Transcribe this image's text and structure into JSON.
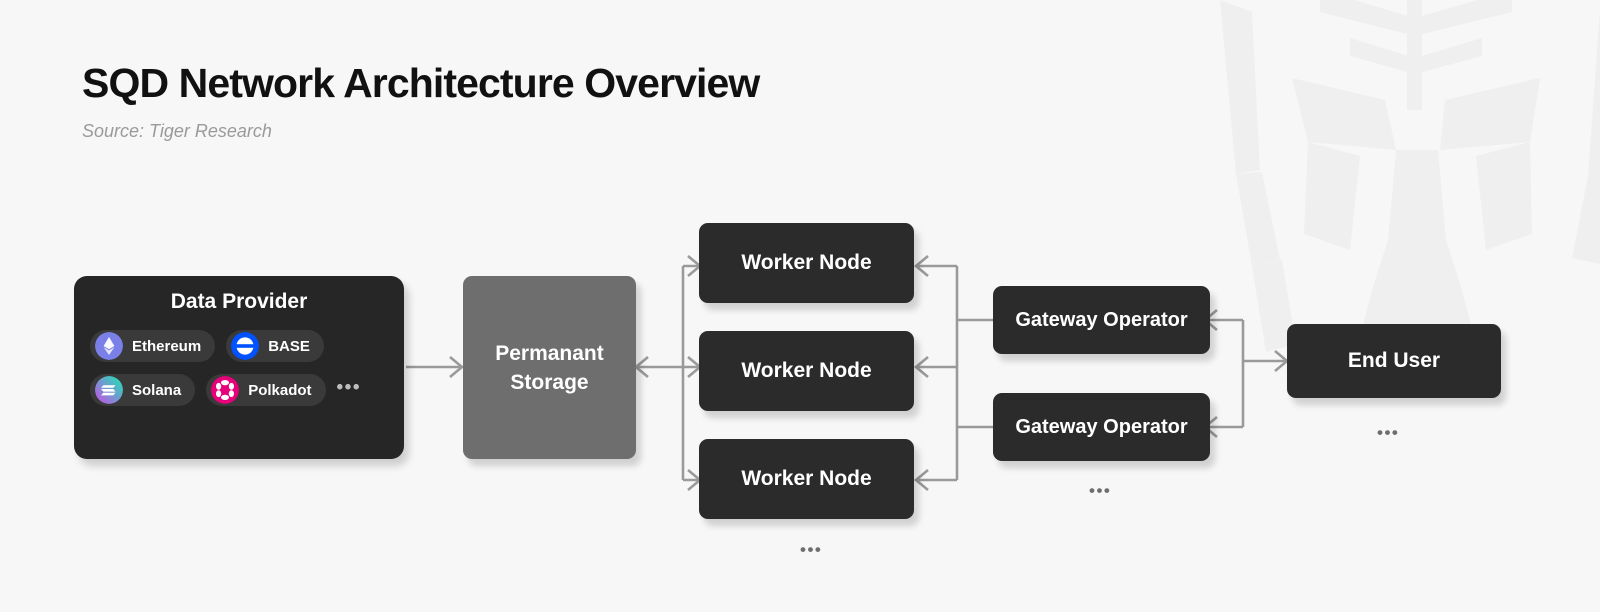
{
  "header": {
    "title": "SQD Network Architecture Overview",
    "source": "Source: Tiger Research"
  },
  "colors": {
    "background": "#F7F7F7",
    "node_dark": "#2B2B2B",
    "storage_gray": "#6E6E6E",
    "card_dark": "#262626",
    "pill_dark": "#3A3A3A",
    "connector_gray": "#9A9A9A",
    "title_text": "#111111",
    "source_text": "#9A9A9A",
    "ethereum": "#7B7FE8",
    "base": "#0052FF",
    "solana_start": "#CC4BE8",
    "solana_end": "#19E8B5",
    "polkadot": "#E6007A"
  },
  "diagram": {
    "type": "architecture-flow",
    "data_provider": {
      "title": "Data Provider",
      "chains": [
        {
          "name": "Ethereum",
          "icon": "ethereum-logo-icon"
        },
        {
          "name": "BASE",
          "icon": "base-logo-icon"
        },
        {
          "name": "Solana",
          "icon": "solana-logo-icon"
        },
        {
          "name": "Polkadot",
          "icon": "polkadot-logo-icon"
        }
      ],
      "more_indicator": "•••"
    },
    "storage": {
      "line1": "Permanant",
      "line2": "Storage"
    },
    "worker_nodes": [
      {
        "label": "Worker Node"
      },
      {
        "label": "Worker Node"
      },
      {
        "label": "Worker Node"
      }
    ],
    "worker_more_indicator": "•••",
    "gateway_operators": [
      {
        "label": "Gateway Operator"
      },
      {
        "label": "Gateway Operator"
      }
    ],
    "gateway_more_indicator": "•••",
    "end_user": {
      "label": "End User"
    },
    "end_user_more_indicator": "•••",
    "flows": [
      {
        "from": "Data Provider",
        "to": "Permanant Storage",
        "direction": "one-way"
      },
      {
        "from": "Permanant Storage",
        "to": "Worker Node",
        "direction": "two-way"
      },
      {
        "from": "Gateway Operator",
        "to": "Worker Node",
        "direction": "two-way"
      },
      {
        "from": "Gateway Operator",
        "to": "End User",
        "direction": "two-way"
      }
    ]
  }
}
